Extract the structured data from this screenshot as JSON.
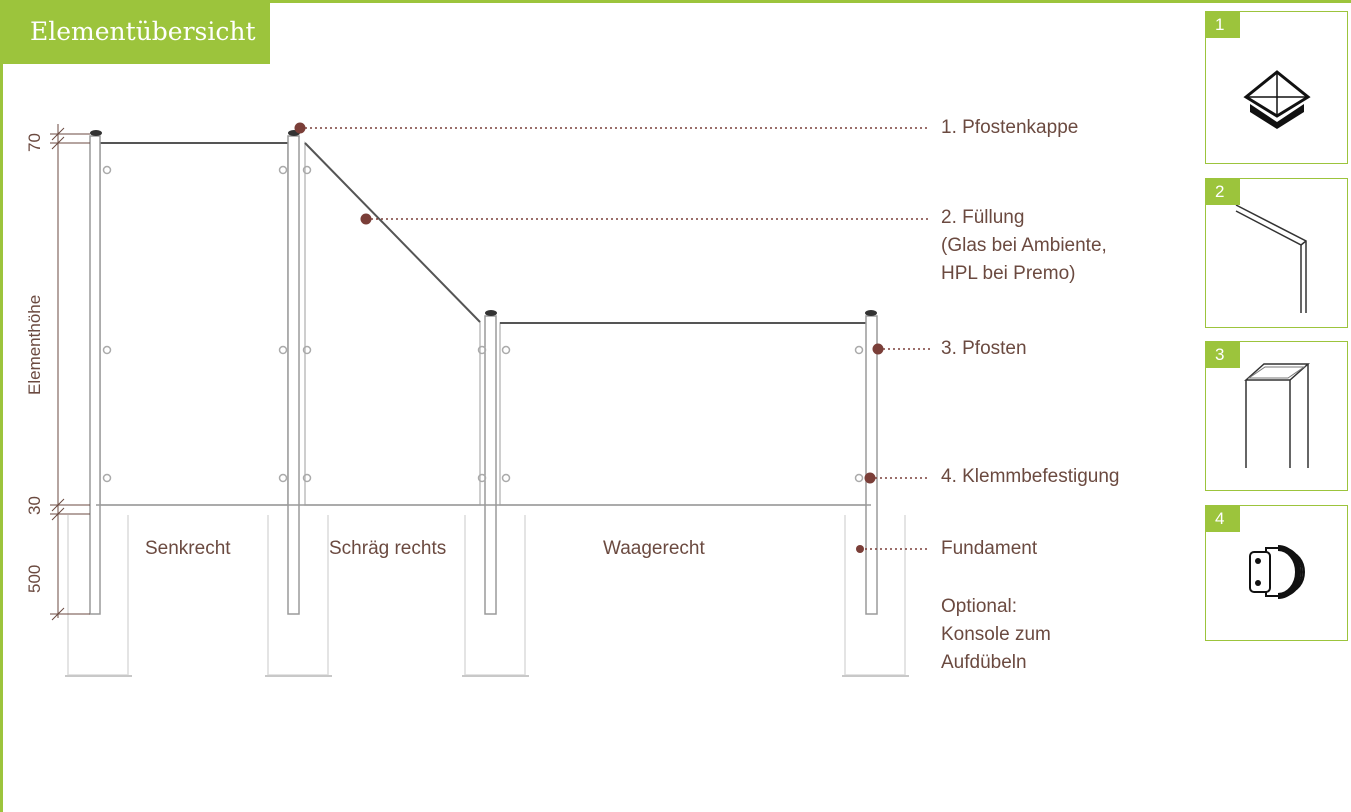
{
  "title": "Elementübersicht",
  "dimensions": [
    "70",
    "Elementhöhe",
    "30",
    "500"
  ],
  "sections": [
    "Senkrecht",
    "Schräg rechts",
    "Waagerecht"
  ],
  "labels": {
    "cap": "1. Pfostenkappe",
    "fill_line1": "2. Füllung",
    "fill_line2": "(Glas bei Ambiente,",
    "fill_line3": "HPL bei Premo)",
    "post": "3. Pfosten",
    "clamp": "4. Klemmbefestigung",
    "foundation": "Fundament",
    "optional_line1": "Optional:",
    "optional_line2": "Konsole zum",
    "optional_line3": "Aufdübeln"
  },
  "legend": [
    "1",
    "2",
    "3",
    "4"
  ],
  "colors": {
    "accent": "#9cc43c",
    "text": "#6b4a40",
    "marker": "#7a3e38"
  },
  "icons": [
    "post-cap-icon",
    "panel-icon",
    "post-icon",
    "clamp-icon"
  ]
}
